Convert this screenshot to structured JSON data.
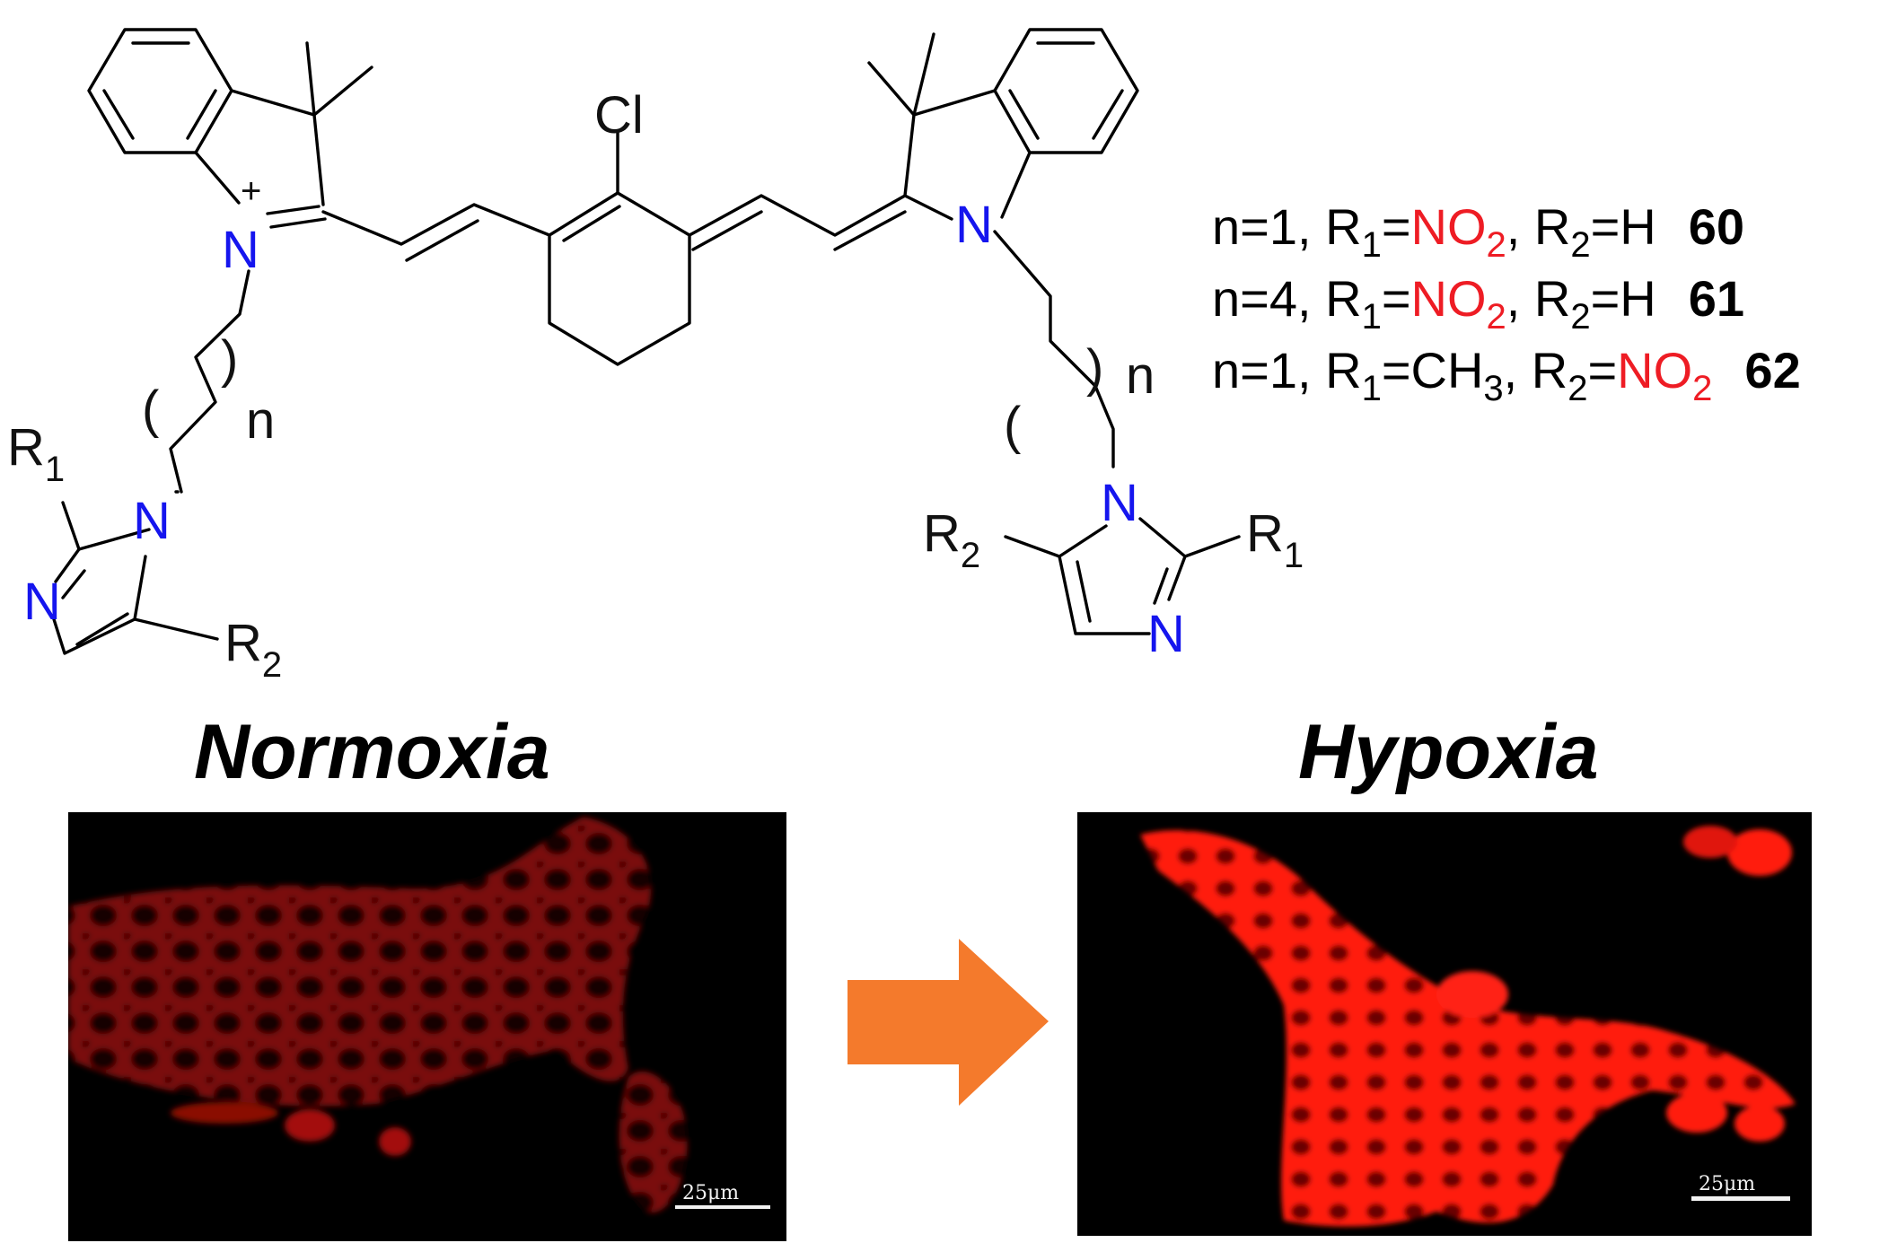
{
  "structure": {
    "chloro_label": "Cl",
    "nitrogen_label": "N",
    "charge_label": "+",
    "repeat_label": "n",
    "r_letter": "R",
    "r1_index": "1",
    "r2_index": "2"
  },
  "compounds": [
    {
      "pre": "n=1, R",
      "sub1": "1",
      "eq1": "=",
      "r1": "NO",
      "r1_sub": "2",
      "mid": ", R",
      "sub2": "2",
      "eq2": "=",
      "r2": "H",
      "r2_sub": "",
      "number": "60"
    },
    {
      "pre": "n=4, R",
      "sub1": "1",
      "eq1": "=",
      "r1": "NO",
      "r1_sub": "2",
      "mid": ", R",
      "sub2": "2",
      "eq2": "=",
      "r2": "H",
      "r2_sub": "",
      "number": "61"
    },
    {
      "pre": "n=1, R",
      "sub1": "1",
      "eq1": "=",
      "r1": "CH",
      "r1_sub": "3",
      "mid": ", R",
      "sub2": "2",
      "eq2": "=",
      "r2": "NO",
      "r2_sub": "2",
      "number": "62"
    }
  ],
  "panels": {
    "left_title": "Normoxia",
    "right_title": "Hypoxia",
    "left_scale": "25μm",
    "right_scale": "25μm"
  },
  "colors": {
    "nitrogen": "#1515ee",
    "nitro_group": "#ee1c24",
    "arrow": "#f47a2c",
    "fluorescence": "#ff1a10",
    "image_background": "#000000"
  }
}
